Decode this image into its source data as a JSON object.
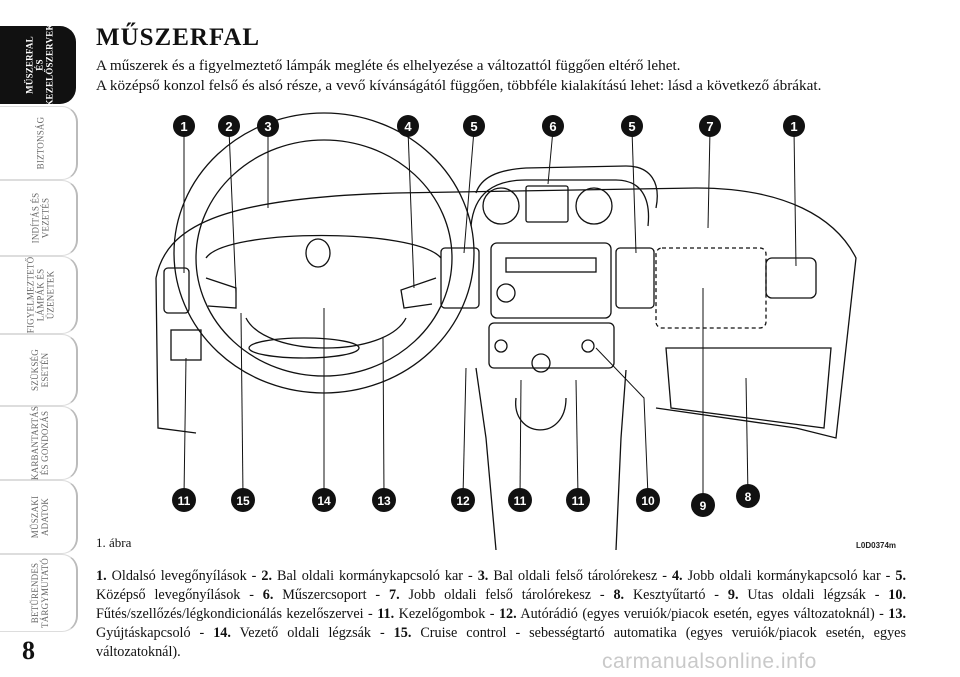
{
  "sidebar": {
    "tabs": [
      {
        "label": "MŰSZERFAL\nÉS\nKEZELŐSZERVEK",
        "active": true
      },
      {
        "label": "BIZTONSÁG",
        "active": false
      },
      {
        "label": "INDÍTÁS ÉS\nVEZETÉS",
        "active": false
      },
      {
        "label": "FIGYELMEZTETŐ\nLÁMPÁK ÉS\nÜZENETEK",
        "active": false
      },
      {
        "label": "SZÜKSÉG\nESETÉN",
        "active": false
      },
      {
        "label": "KARBANTARTÁS\nÉS GONDOZÁS",
        "active": false
      },
      {
        "label": "MŰSZAKI\nADATOK",
        "active": false
      },
      {
        "label": "BETŰRENDES\nTÁRGYMUTATÓ",
        "active": false
      }
    ]
  },
  "page_number": "8",
  "title": "MŰSZERFAL",
  "intro": [
    "A műszerek és a figyelmeztető lámpák megléte és elhelyezése a változattól függően eltérő lehet.",
    "A középső konzol felső és alsó része, a vevő kívánságától függően, többféle kialakítású lehet: lásd a következő ábrákat."
  ],
  "figure": {
    "caption": "1. ábra",
    "code": "L0D0374m",
    "callouts_top": [
      "1",
      "2",
      "3",
      "4",
      "5",
      "6",
      "5",
      "7",
      "1"
    ],
    "callouts_bottom": [
      "11",
      "15",
      "14",
      "13",
      "12",
      "11",
      "11",
      "10",
      "9",
      "8"
    ]
  },
  "legend": [
    {
      "n": "1.",
      "t": "Oldalsó levegőnyílások - "
    },
    {
      "n": "2.",
      "t": "Bal oldali kormánykapcsoló kar - "
    },
    {
      "n": "3.",
      "t": "Bal oldali felső tárolórekesz - "
    },
    {
      "n": "4.",
      "t": "Jobb oldali kormánykapcsoló kar - "
    },
    {
      "n": "5.",
      "t": "Középső levegőnyílások - "
    },
    {
      "n": "6.",
      "t": "Műszercsoport - "
    },
    {
      "n": "7.",
      "t": "Jobb oldali felső tárolórekesz - "
    },
    {
      "n": "8.",
      "t": "Kesztyűtartó - "
    },
    {
      "n": "9.",
      "t": "Utas oldali légzsák - "
    },
    {
      "n": "10.",
      "t": "Fűtés/szellőzés/légkondicionálás kezelőszervei - "
    },
    {
      "n": "11.",
      "t": "Kezelőgombok - "
    },
    {
      "n": "12.",
      "t": "Autórádió (egyes veruiók/piacok esetén, egyes változatoknál) - "
    },
    {
      "n": "13.",
      "t": "Gyújtáskapcsoló - "
    },
    {
      "n": "14.",
      "t": "Vezető oldali légzsák - "
    },
    {
      "n": "15.",
      "t": "Cruise control - sebességtartó automatika (egyes veruiók/piacok esetén, egyes változatoknál)."
    }
  ],
  "watermark": "carmanualsonline.info"
}
